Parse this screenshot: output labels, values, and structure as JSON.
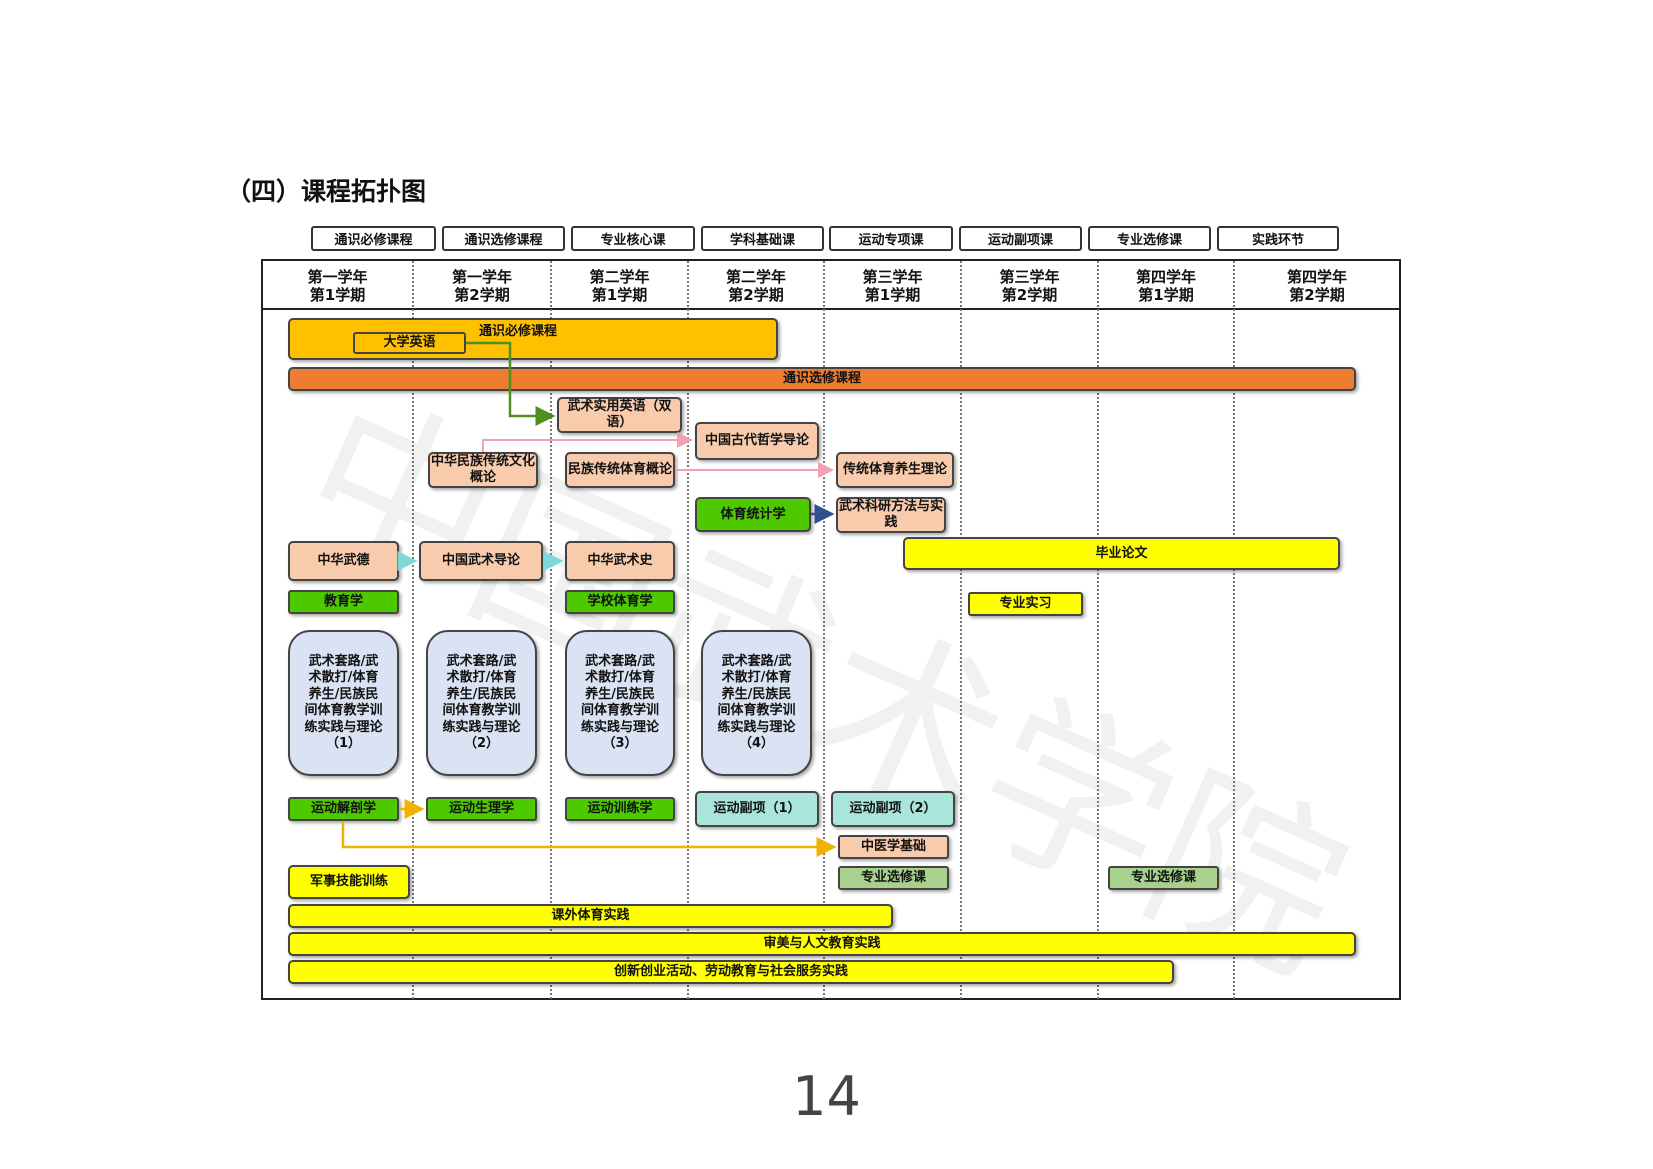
{
  "section_title": "（四）课程拓扑图",
  "page_number": "14",
  "watermark": "中国武术学院",
  "colors": {
    "general_required": "#ffc000",
    "general_elective": "#ed7d31",
    "major_core": "#f8cbad",
    "subject_basic": "#4ec900",
    "sport_special": "#dae3f3",
    "sport_minor": "#a9e5db",
    "major_elective": "#a9d18e",
    "practice": "#ffff00",
    "arrow_green": "#4f8f20",
    "arrow_pink": "#f4a0b4",
    "arrow_cyan": "#7fd8d8",
    "arrow_blue": "#2f4f8f",
    "arrow_orange": "#f0b400"
  },
  "legend": [
    {
      "label": "通识必修课程",
      "color": "#ffc000"
    },
    {
      "label": "通识选修课程",
      "color": "#ed7d31"
    },
    {
      "label": "专业核心课",
      "color": "#f8cbad"
    },
    {
      "label": "学科基础课",
      "color": "#4ec900"
    },
    {
      "label": "运动专项课",
      "color": "#dae3f3"
    },
    {
      "label": "运动副项课",
      "color": "#a9e5db"
    },
    {
      "label": "专业选修课",
      "color": "#a9d18e"
    },
    {
      "label": "实践环节",
      "color": "#ffff00"
    }
  ],
  "semesters": [
    {
      "year": "第一学年",
      "term": "第1学期"
    },
    {
      "year": "第一学年",
      "term": "第2学期"
    },
    {
      "year": "第二学年",
      "term": "第1学期"
    },
    {
      "year": "第二学年",
      "term": "第2学期"
    },
    {
      "year": "第三学年",
      "term": "第1学期"
    },
    {
      "year": "第三学年",
      "term": "第2学期"
    },
    {
      "year": "第四学年",
      "term": "第1学期"
    },
    {
      "year": "第四学年",
      "term": "第2学期"
    }
  ],
  "courses": {
    "general_required_bar": "通识必修课程",
    "college_english": "大学英语",
    "general_elective_bar": "通识选修课程",
    "wushu_english": "武术实用英语（双语）",
    "chinese_philosophy": "中国古代哲学导论",
    "national_culture": "中华民族传统文化概论",
    "ethnic_sports": "民族传统体育概论",
    "health_theory": "传统体育养生理论",
    "sports_statistics": "体育统计学",
    "research_methods": "武术科研方法与实践",
    "martial_ethics": "中华武德",
    "wushu_intro": "中国武术导论",
    "wushu_history": "中华武术史",
    "thesis": "毕业论文",
    "pedagogy": "教育学",
    "school_pe": "学校体育学",
    "internship": "专业实习",
    "specialty_1": "武术套路/武术散打/体育养生/民族民间体育教学训练实践与理论（1）",
    "specialty_2": "武术套路/武术散打/体育养生/民族民间体育教学训练实践与理论（2）",
    "specialty_3": "武术套路/武术散打/体育养生/民族民间体育教学训练实践与理论（3）",
    "specialty_4": "武术套路/武术散打/体育养生/民族民间体育教学训练实践与理论（4）",
    "anatomy": "运动解剖学",
    "physiology": "运动生理学",
    "training": "运动训练学",
    "minor_1": "运动副项（1）",
    "minor_2": "运动副项（2）",
    "tcm_basics": "中医学基础",
    "elective_1": "专业选修课",
    "elective_2": "专业选修课",
    "military": "军事技能训练",
    "extracurricular": "课外体育实践",
    "aesthetic": "审美与人文教育实践",
    "innovation": "创新创业活动、劳动教育与社会服务实践"
  }
}
